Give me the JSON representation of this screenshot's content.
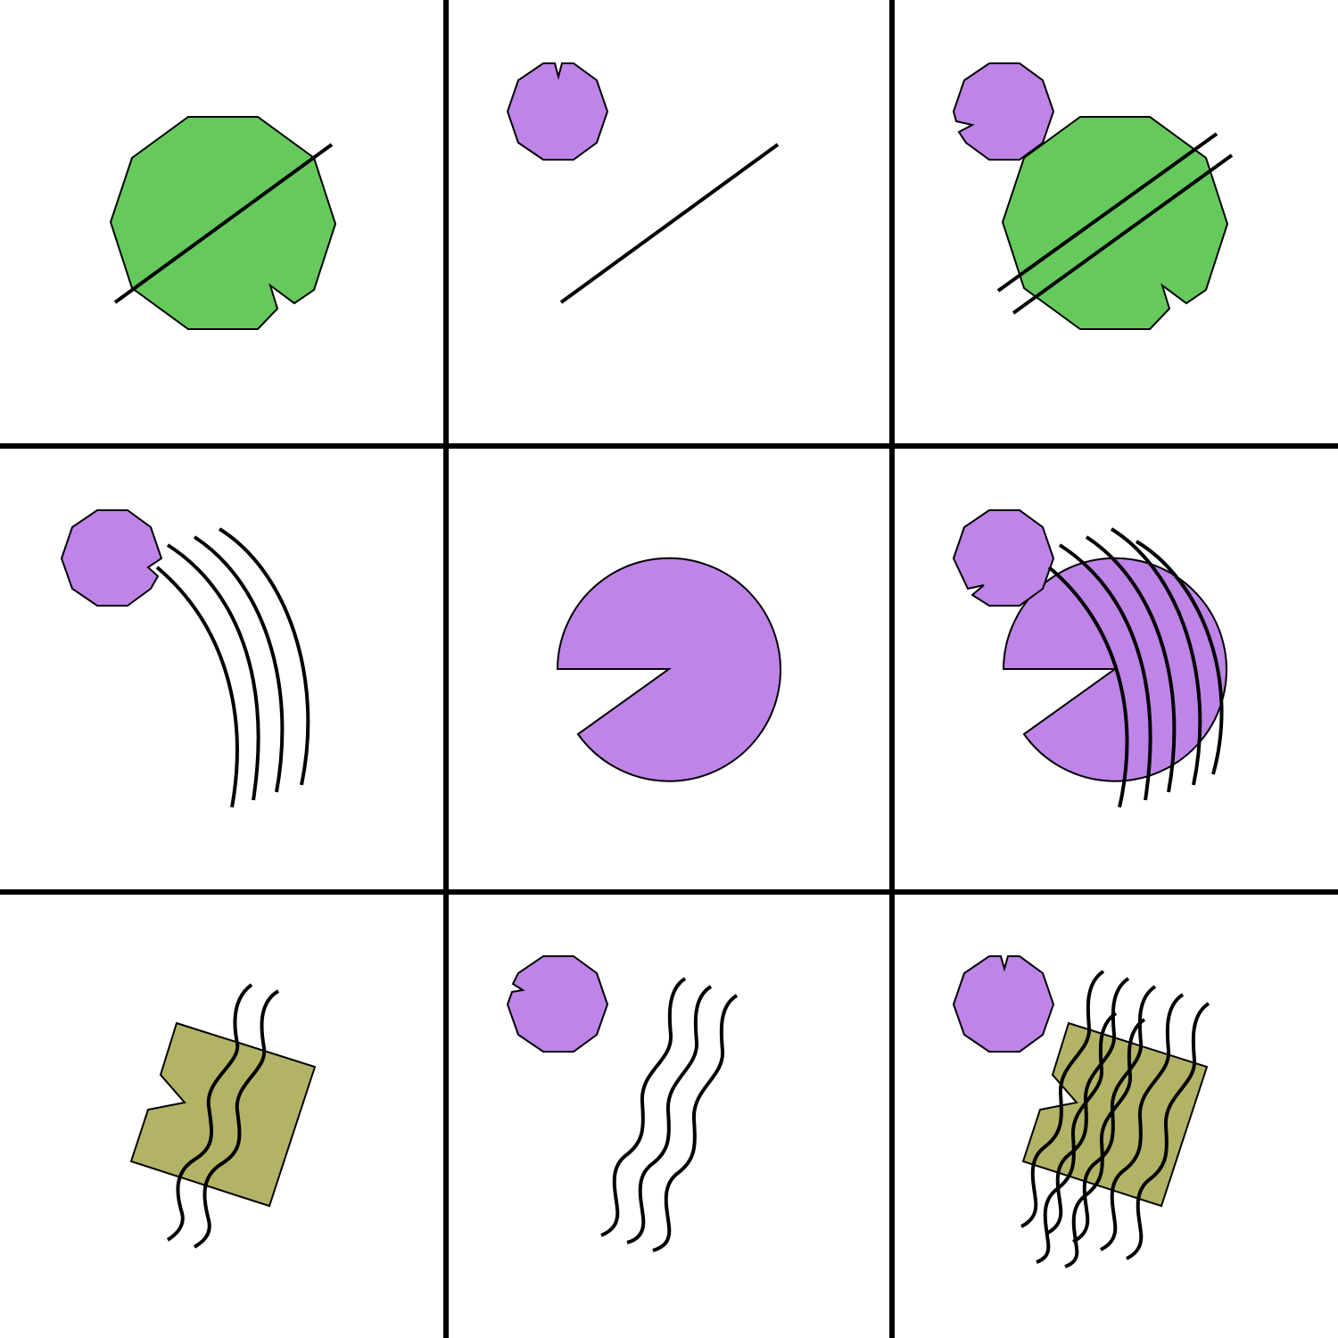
{
  "colors": {
    "background": "#ffffff",
    "grid_line": "#000000",
    "outline": "#000000",
    "green": "#66c95c",
    "purple": "#bf84e8",
    "olive": "#b3b366"
  },
  "cells": [
    {
      "row": 1,
      "col": 1,
      "shapes": [
        "green-decagon-with-notch",
        "diagonal-line"
      ],
      "line_count": 1
    },
    {
      "row": 1,
      "col": 2,
      "shapes": [
        "purple-decagon-with-notch",
        "diagonal-line"
      ],
      "line_count": 1
    },
    {
      "row": 1,
      "col": 3,
      "shapes": [
        "green-decagon-with-notch",
        "purple-decagon-with-notch",
        "diagonal-line"
      ],
      "line_count": 2
    },
    {
      "row": 2,
      "col": 1,
      "shapes": [
        "purple-decagon-with-notch",
        "arc-curve"
      ],
      "line_count": 4
    },
    {
      "row": 2,
      "col": 2,
      "shapes": [
        "purple-pacman-circle"
      ],
      "line_count": 0
    },
    {
      "row": 2,
      "col": 3,
      "shapes": [
        "purple-pacman-circle",
        "purple-decagon-with-notch",
        "arc-curve"
      ],
      "line_count": 5
    },
    {
      "row": 3,
      "col": 1,
      "shapes": [
        "olive-square-with-notch",
        "wavy-line"
      ],
      "line_count": 2
    },
    {
      "row": 3,
      "col": 2,
      "shapes": [
        "purple-decagon-with-notch",
        "wavy-line"
      ],
      "line_count": 3
    },
    {
      "row": 3,
      "col": 3,
      "shapes": [
        "olive-square-with-notch",
        "purple-decagon-with-notch",
        "wavy-line"
      ],
      "line_count": 7
    }
  ]
}
